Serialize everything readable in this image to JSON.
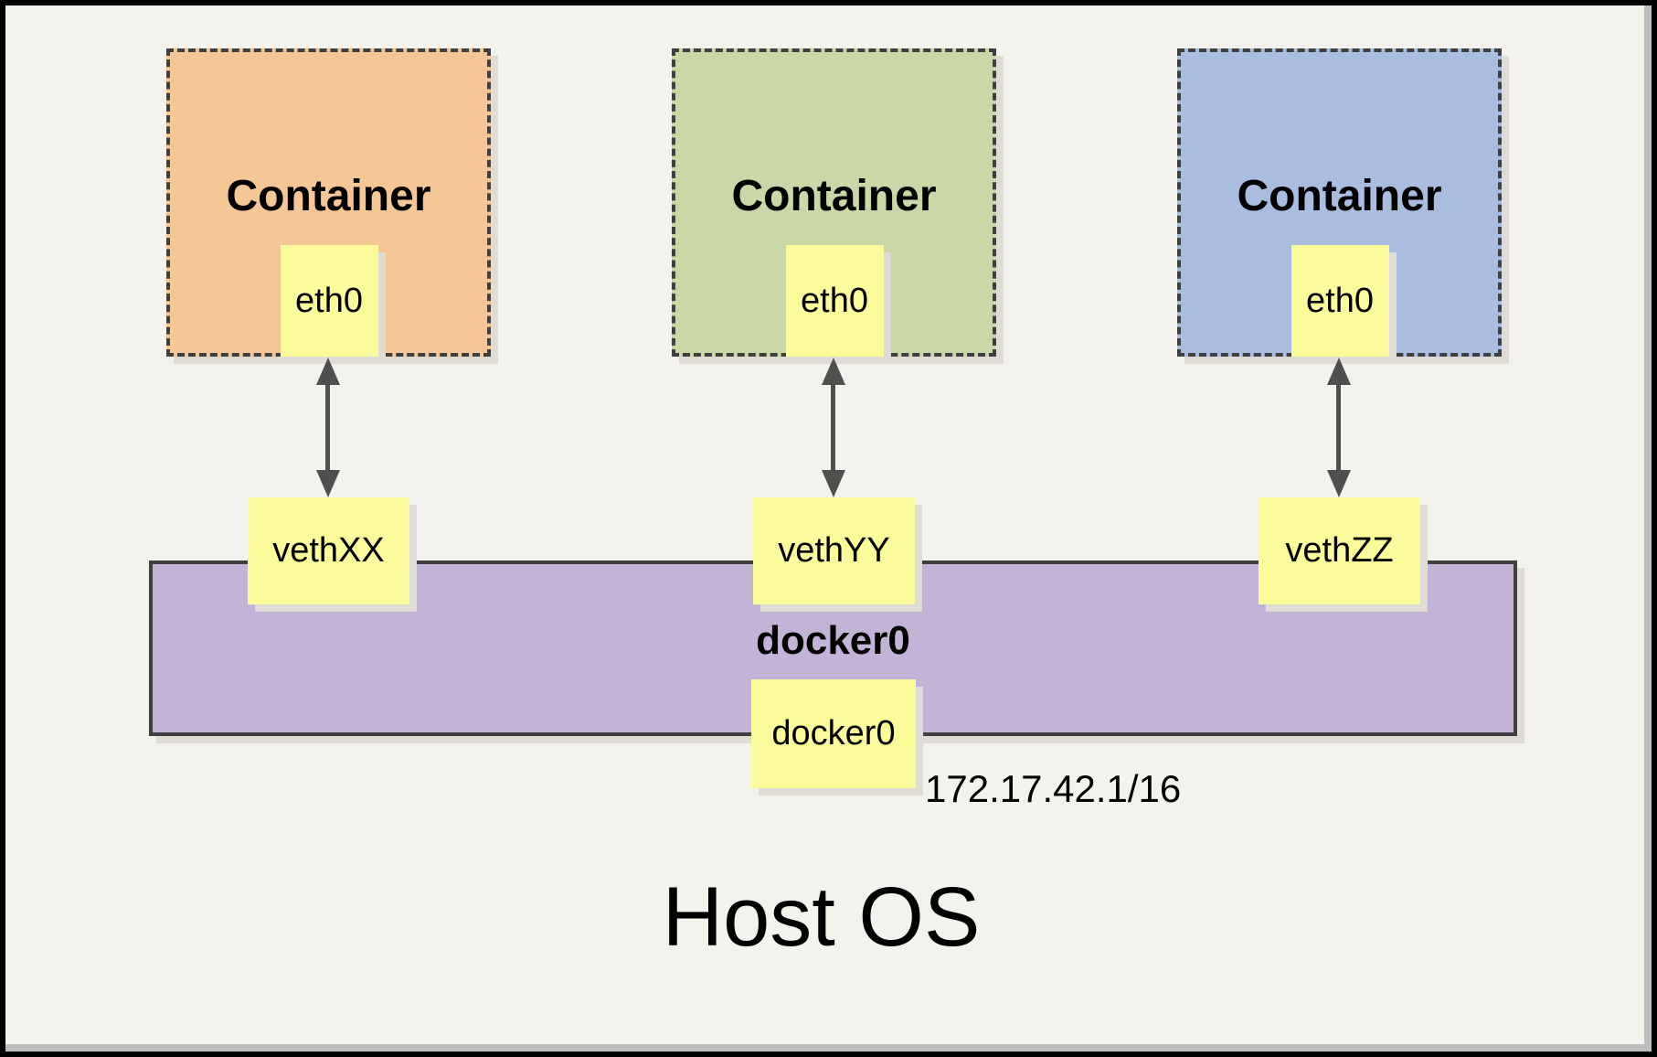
{
  "host": {
    "label": "Host OS"
  },
  "bridge": {
    "name": "docker0",
    "interface_label": "docker0",
    "ip": "172.17.42.1/16",
    "fill": "#C3B4D7"
  },
  "containers": [
    {
      "label": "Container",
      "interface": "eth0",
      "veth": "vethXX",
      "fill": "#F6C796"
    },
    {
      "label": "Container",
      "interface": "eth0",
      "veth": "vethYY",
      "fill": "#CAD7A6"
    },
    {
      "label": "Container",
      "interface": "eth0",
      "veth": "vethZZ",
      "fill": "#A9BDDE"
    }
  ],
  "colors": {
    "background": "#F4F2EC",
    "note_yellow": "#FBFB9B",
    "border_dark": "#3F3F3F",
    "arrow": "#4F4F4F",
    "shadow": "#DEDCD5",
    "frame_black": "#000000",
    "frame_gray": "#BEBEBE"
  }
}
